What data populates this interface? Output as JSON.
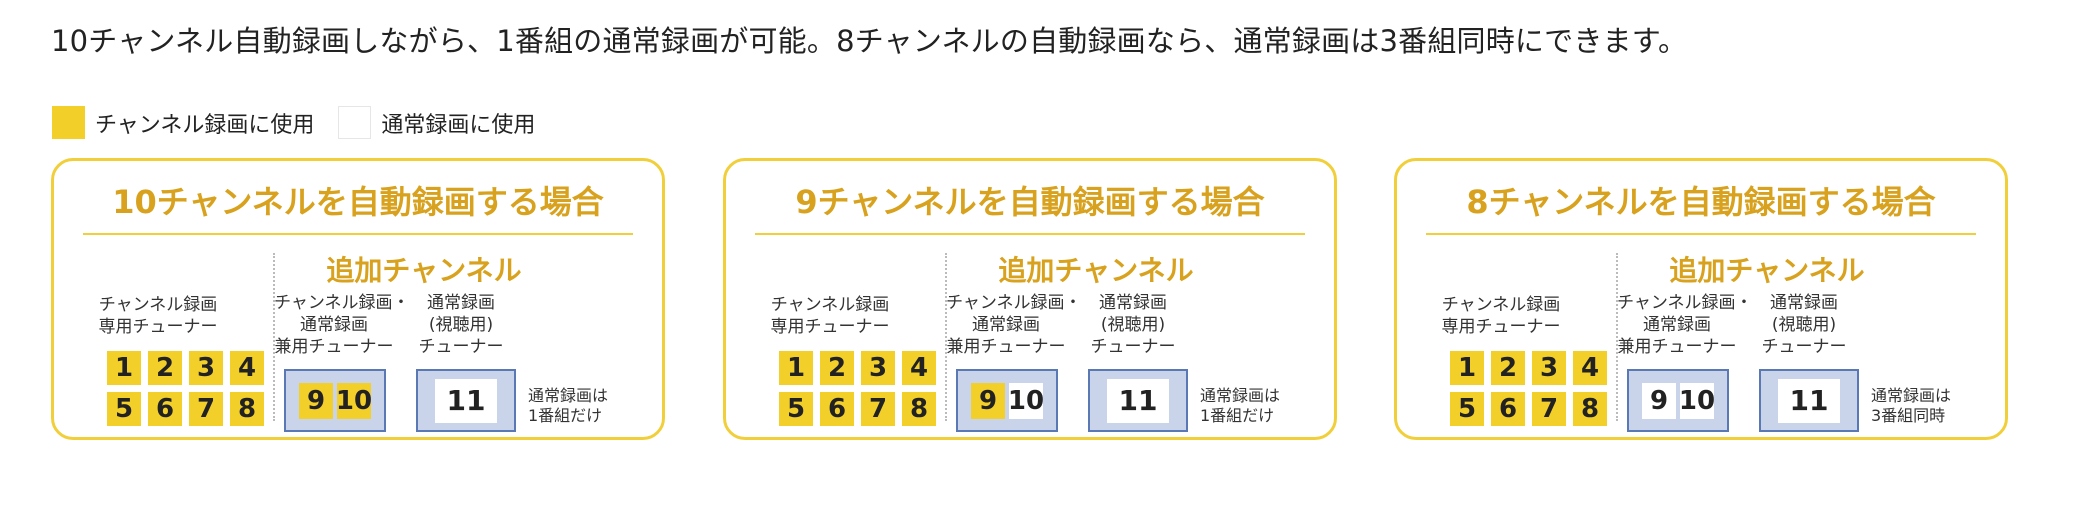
{
  "headline": "10チャンネル自動録画しながら、1番組の通常録画が可能。8チャンネルの自動録画なら、通常録画は3番組同時にできます。",
  "legend": {
    "channel_label": "チャンネル録画に使用",
    "normal_label": "通常録画に使用"
  },
  "colors": {
    "yellow": "#f3cf2a",
    "frame": "#f1cf3b",
    "title": "#d8a21e",
    "blue_border": "#5a79b4",
    "blue_fill": "#c9d4ea"
  },
  "panels": [
    {
      "title": "10チャンネルを自動録画する場合",
      "additional": "追加チャンネル",
      "col1": {
        "l1": "チャンネル録画",
        "l2": "専用チューナー"
      },
      "col2": {
        "l1": "チャンネル録画・",
        "l2": "通常録画",
        "l3": "兼用チューナー"
      },
      "col3": {
        "l1": "通常録画",
        "l2": "(視聴用)",
        "l3": "チューナー"
      },
      "tuners": [
        "1",
        "2",
        "3",
        "4",
        "5",
        "6",
        "7",
        "8"
      ],
      "t9": "9",
      "t10": "10",
      "t11": "11",
      "note": {
        "l1": "通常録画は",
        "l2": "1番組だけ"
      }
    },
    {
      "title": "9チャンネルを自動録画する場合",
      "additional": "追加チャンネル",
      "col1": {
        "l1": "チャンネル録画",
        "l2": "専用チューナー"
      },
      "col2": {
        "l1": "チャンネル録画・",
        "l2": "通常録画",
        "l3": "兼用チューナー"
      },
      "col3": {
        "l1": "通常録画",
        "l2": "(視聴用)",
        "l3": "チューナー"
      },
      "tuners": [
        "1",
        "2",
        "3",
        "4",
        "5",
        "6",
        "7",
        "8"
      ],
      "t9": "9",
      "t10": "10",
      "t11": "11",
      "note": {
        "l1": "通常録画は",
        "l2": "1番組だけ"
      }
    },
    {
      "title": "8チャンネルを自動録画する場合",
      "additional": "追加チャンネル",
      "col1": {
        "l1": "チャンネル録画",
        "l2": "専用チューナー"
      },
      "col2": {
        "l1": "チャンネル録画・",
        "l2": "通常録画",
        "l3": "兼用チューナー"
      },
      "col3": {
        "l1": "通常録画",
        "l2": "(視聴用)",
        "l3": "チューナー"
      },
      "tuners": [
        "1",
        "2",
        "3",
        "4",
        "5",
        "6",
        "7",
        "8"
      ],
      "t9": "9",
      "t10": "10",
      "t11": "11",
      "note": {
        "l1": "通常録画は",
        "l2": "3番組同時"
      }
    }
  ]
}
